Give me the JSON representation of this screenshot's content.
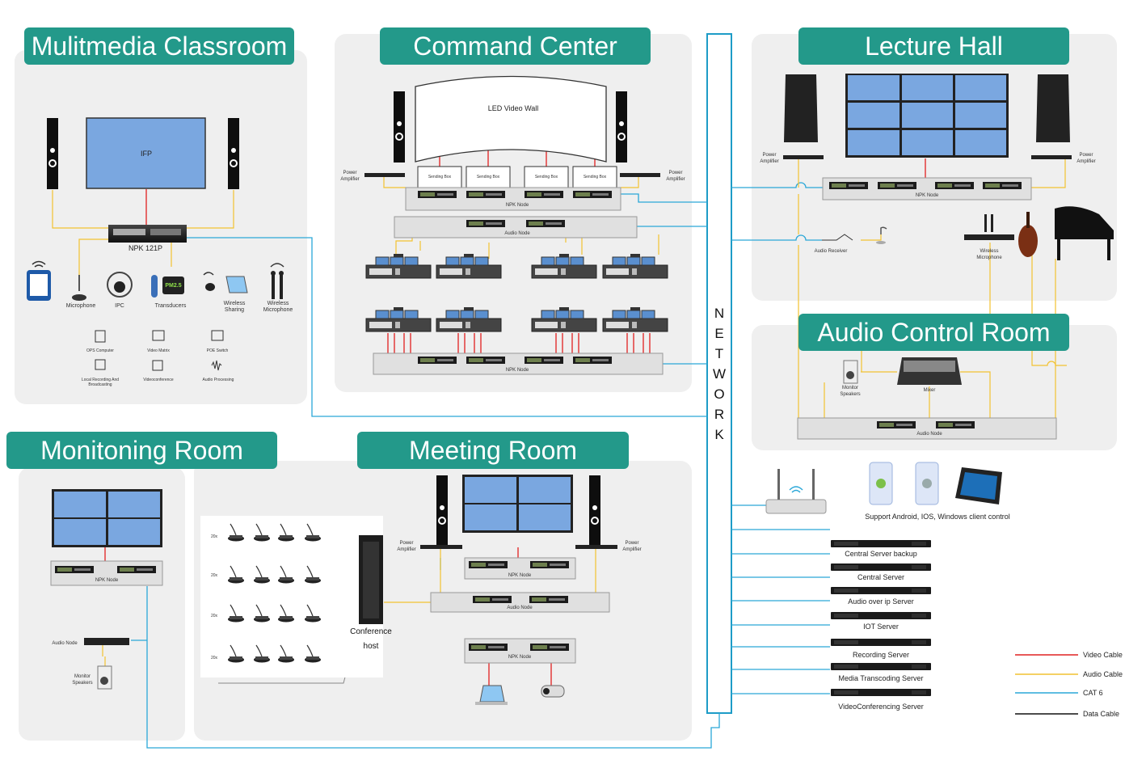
{
  "rooms": {
    "multimedia_classroom": "Mulitmedia Classroom",
    "command_center": "Command Center",
    "lecture_hall": "Lecture Hall",
    "audio_control_room": "Audio Control Room",
    "monitoring_room": "Monitoning  Room",
    "meeting_room": "Meeting Room"
  },
  "network_label": [
    "N",
    "E",
    "T",
    "W",
    "O",
    "R",
    "K"
  ],
  "classroom": {
    "ifp": "IFP",
    "npk": "NPK 121P",
    "microphone": "Microphone",
    "ipc": "IPC",
    "transducers": "Transducers",
    "pm25": "PM2.5",
    "wireless_sharing": [
      "Wireless",
      "Sharing"
    ],
    "wireless_microphone": [
      "Wireless",
      "Microphone"
    ],
    "features": [
      "OPS Computer",
      "Video Matrix",
      "POE Switch",
      "Local Recording And Broadcasting",
      "Videoconference",
      "Audio Processing"
    ]
  },
  "command": {
    "led_wall": "LED Video Wall",
    "sending_box": "Sending Box",
    "power_amplifier": [
      "Power",
      "Amplifier"
    ],
    "npk_node": "NPK Node",
    "audio_node": "Audio Node"
  },
  "lecture": {
    "power_amplifier": [
      "Power",
      "Amplifier"
    ],
    "npk_node": "NPK Node",
    "audio_receiver": "Audio Receiver",
    "wireless_microphone": [
      "Wireless",
      "Microphone"
    ]
  },
  "audio_control": {
    "monitor_speakers": [
      "Monitor",
      "Speakers"
    ],
    "mixer": "Mixer",
    "audio_node": "Audio Node"
  },
  "monitoring": {
    "npk_node": "NPK Node",
    "audio_node": "Audio Node",
    "monitor_speakers": [
      "Monitor",
      "Speakers"
    ]
  },
  "meeting": {
    "power_amplifier": [
      "Power",
      "Amplifier"
    ],
    "npk_node": "NPK Node",
    "audio_node": "Audio Node",
    "conference_host": [
      "Conference",
      "host"
    ],
    "zone_labels": [
      "20x",
      "20x",
      "20x",
      "20x"
    ]
  },
  "clients_caption": "Support Android, IOS, Windows client control",
  "servers": [
    "Central Server backup",
    "Central Server",
    "Audio over ip Server",
    "IOT Server",
    "Recording Server",
    "Media Transcoding Server",
    "VideoConferencing Server"
  ],
  "legend": [
    {
      "label": "Video Cable",
      "color": "#e02020"
    },
    {
      "label": "Audio Cable",
      "color": "#f2c230"
    },
    {
      "label": "CAT 6",
      "color": "#2aa7d8"
    },
    {
      "label": "Data Cable",
      "color": "#111111"
    }
  ],
  "colors": {
    "teal": "#23998a",
    "screen": "#7aa7e0",
    "panel": "#efefef"
  }
}
